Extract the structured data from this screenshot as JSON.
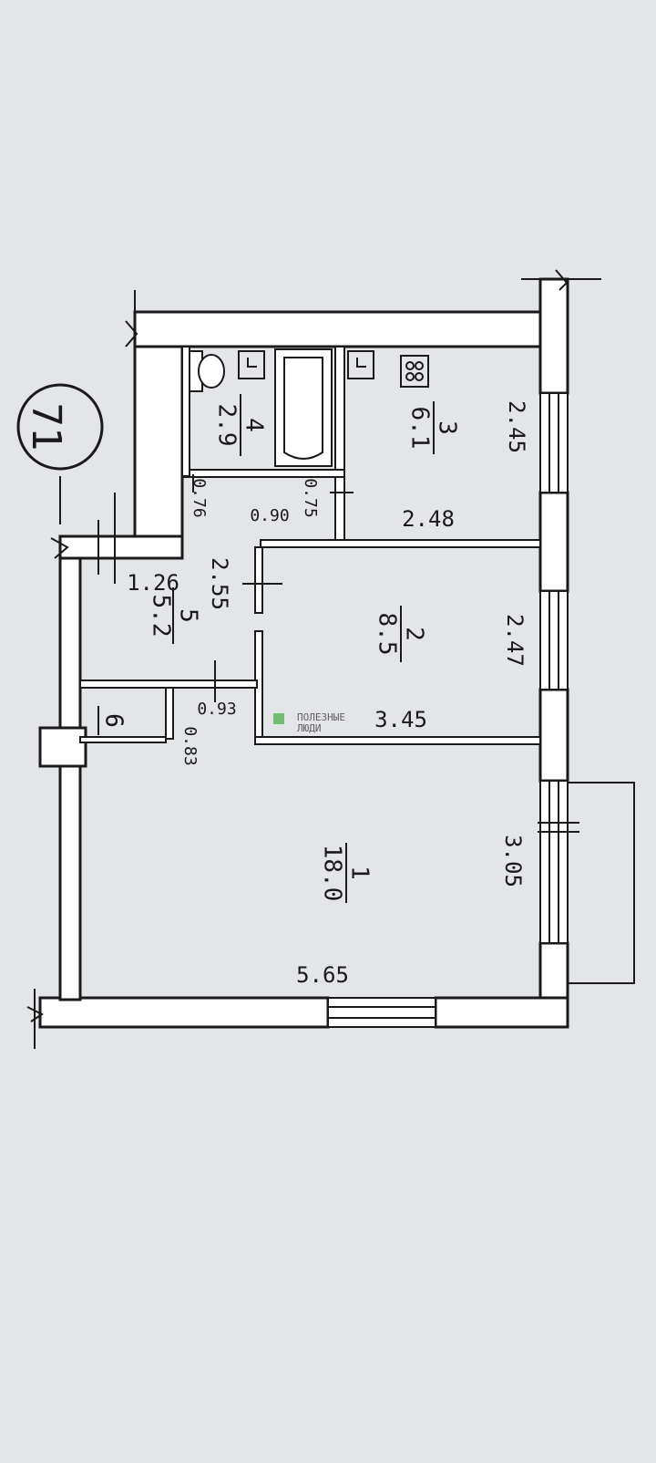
{
  "apartment_number": "71",
  "rooms": [
    {
      "number": "1",
      "area": "18.0"
    },
    {
      "number": "2",
      "area": "8.5"
    },
    {
      "number": "3",
      "area": "6.1"
    },
    {
      "number": "4",
      "area": "2.9"
    },
    {
      "number": "5",
      "area": "5.2"
    },
    {
      "number": "6",
      "area": ""
    }
  ],
  "dimensions": {
    "d_2_45": "2.45",
    "d_2_48": "2.48",
    "d_0_75": "0.75",
    "d_0_90": "0.90",
    "d_0_76": "0.76",
    "d_1_26": "1.26",
    "d_2_55": "2.55",
    "d_2_47": "2.47",
    "d_3_45": "3.45",
    "d_0_93": "0.93",
    "d_0_83": "0.83",
    "d_3_05": "3.05",
    "d_5_65": "5.65"
  },
  "watermark": {
    "line1": "ПОЛЕЗНЫЕ",
    "line2": "ЛЮДИ"
  },
  "colors": {
    "ink": "#1a1a1a",
    "paper": "#e4e5e8",
    "wall": "#ffffff"
  }
}
